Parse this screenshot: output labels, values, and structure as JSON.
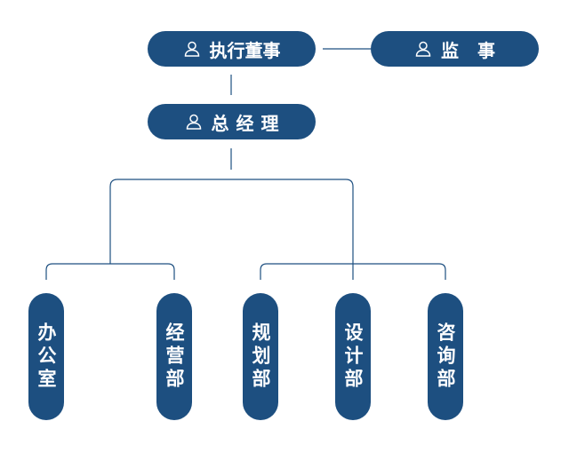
{
  "nodes": {
    "executive_director": {
      "label": "执行董事",
      "icon": "person-icon"
    },
    "supervisor": {
      "label": "监 事",
      "icon": "person-icon"
    },
    "general_manager": {
      "label": "总经理",
      "icon": "person-icon"
    },
    "departments": [
      {
        "label": "办公室"
      },
      {
        "label": "经营部"
      },
      {
        "label": "规划部"
      },
      {
        "label": "设计部"
      },
      {
        "label": "咨询部"
      }
    ]
  },
  "colors": {
    "node_fill": "#1d4f80",
    "node_text": "#ffffff",
    "connector": "#1d4f80"
  }
}
